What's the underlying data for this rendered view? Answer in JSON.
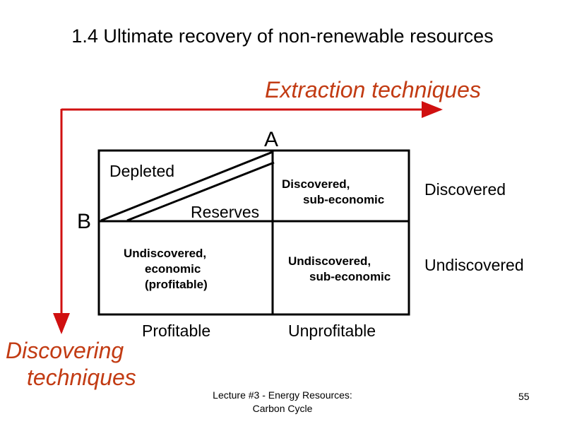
{
  "slide": {
    "title": "1.4 Ultimate recovery of non-renewable resources",
    "colors": {
      "accent_red": "#c23b13",
      "arrow_red": "#d01010",
      "line": "#000000"
    }
  },
  "axes": {
    "horizontal_label": "Extraction techniques",
    "vertical_label_line1": "Discovering",
    "vertical_label_line2": "techniques"
  },
  "diagram": {
    "point_a": "A",
    "point_b": "B",
    "depleted": "Depleted",
    "reserves": "Reserves",
    "cells": {
      "discovered_subeconomic_line1": "Discovered,",
      "discovered_subeconomic_line2": "sub-economic",
      "undiscovered_economic_line1": "Undiscovered,",
      "undiscovered_economic_line2": "economic",
      "undiscovered_economic_line3": "(profitable)",
      "undiscovered_subeconomic_line1": "Undiscovered,",
      "undiscovered_subeconomic_line2": "sub-economic"
    },
    "row_labels": [
      "Discovered",
      "Undiscovered"
    ],
    "column_labels": [
      "Profitable",
      "Unprofitable"
    ]
  },
  "footer": {
    "line1": "Lecture #3 - Energy Resources:",
    "line2": "Carbon Cycle",
    "page_number": "55"
  }
}
